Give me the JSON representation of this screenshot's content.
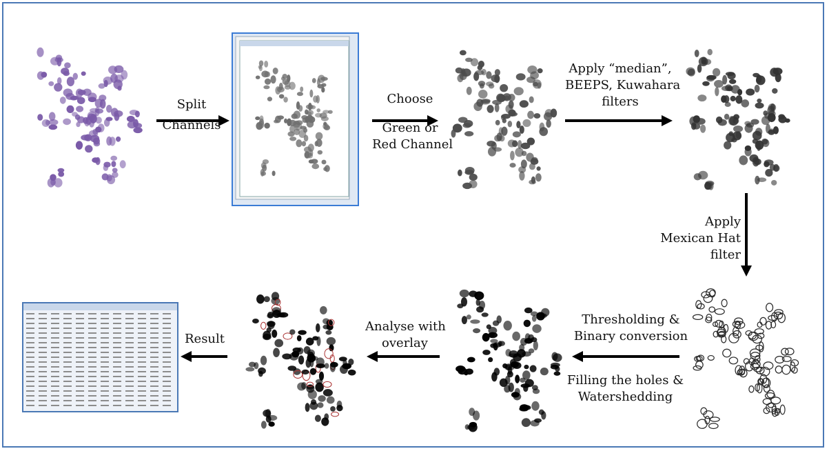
{
  "steps": {
    "split": [
      "Split",
      "Channels"
    ],
    "choose": [
      "Choose",
      "Green or",
      "Red Channel"
    ],
    "filters": [
      "Apply “median”,",
      "BEEPS, Kuwahara",
      "filters"
    ],
    "mexican": [
      "Apply",
      "Mexican Hat",
      "filter"
    ],
    "threshold": [
      "Thresholding &",
      "Binary conversion"
    ],
    "filling": [
      "Filling the holes &",
      "Watershedding"
    ],
    "analyse": [
      "Analyse with",
      "overlay"
    ],
    "result": [
      "Result"
    ]
  },
  "images": {
    "original": {
      "name": "original-stained-cells-image",
      "color": "#6b4a9a"
    },
    "split": {
      "name": "split-channels-window-screenshot"
    },
    "channel": {
      "name": "grayscale-channel-image",
      "color": "#555555"
    },
    "filtered": {
      "name": "filtered-grayscale-image",
      "color": "#3a3a3a"
    },
    "mexican": {
      "name": "mexican-hat-filtered-image",
      "color": "#222222"
    },
    "binary": {
      "name": "binary-watershed-image",
      "color": "#000000"
    },
    "overlay": {
      "name": "analysed-overlay-image",
      "color": "#000000"
    },
    "results": {
      "name": "results-table-screenshot"
    }
  },
  "colors": {
    "frame": "#4a78b5",
    "window_border": "#3a7bd5"
  }
}
